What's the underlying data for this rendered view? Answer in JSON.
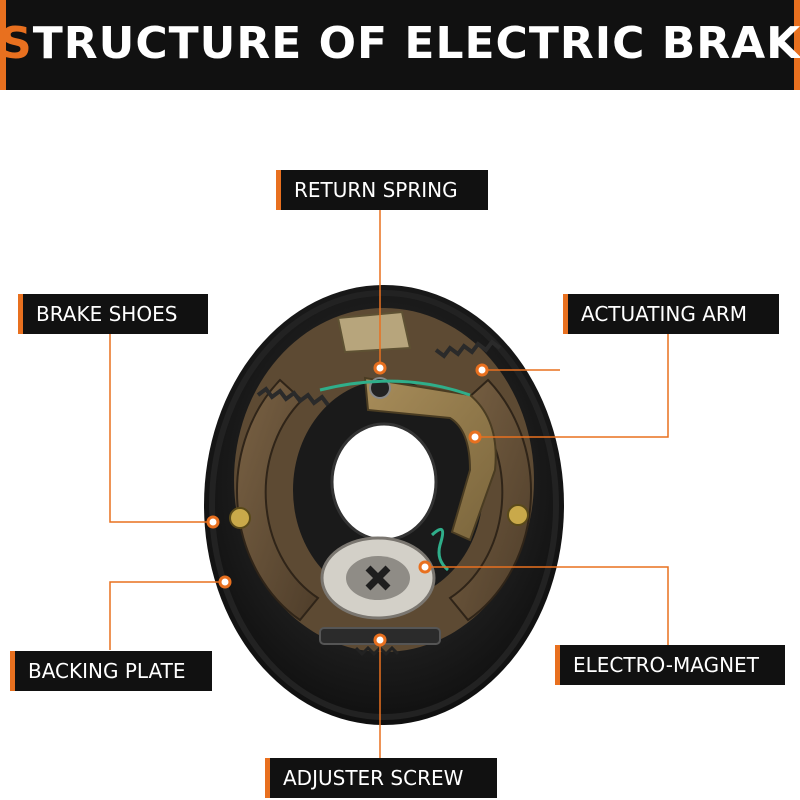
{
  "header": {
    "title_first": "S",
    "title_rest": "TRUCTURE OF ELECTRIC BRAKE"
  },
  "labels": {
    "return_spring": "RETURN SPRING",
    "brake_shoes": "BRAKE SHOES",
    "actuating_arm": "ACTUATING ARM",
    "backing_plate": "BACKING PLATE",
    "electro_magnet": "ELECTRO-MAGNET",
    "adjuster_screw": "ADJUSTER SCREW"
  },
  "colors": {
    "accent": "#e8701f",
    "label_bg": "#111111",
    "wire": "#2fae8a"
  },
  "icons": [
    "callout-dot-icon",
    "electric-brake-assembly-image"
  ]
}
